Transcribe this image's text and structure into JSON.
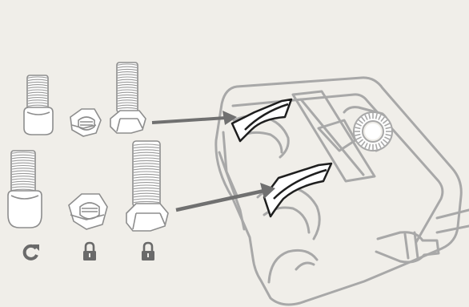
{
  "diagram": {
    "background": "#f0eee9",
    "colors": {
      "part_fill": "#ffffff",
      "part_stroke": "#8d8d8d",
      "thread_stroke": "#9a9a9a",
      "device_stroke": "#a8a8a8",
      "arrow_fill": "#707070",
      "icon_fill": "#6a6a6a"
    },
    "fasteners": [
      {
        "kind": "socket-head-screw",
        "row": "top"
      },
      {
        "kind": "hex-nut",
        "row": "top"
      },
      {
        "kind": "hex-bolt",
        "row": "top"
      },
      {
        "kind": "socket-head-screw",
        "row": "bottom"
      },
      {
        "kind": "hex-nut",
        "row": "bottom"
      },
      {
        "kind": "hex-bolt",
        "row": "bottom"
      }
    ],
    "status_icons": [
      "rotate-icon",
      "lock-icon",
      "lock-icon"
    ],
    "arrows": [
      {
        "from": "top-hex-bolt",
        "to": "upper-clamp-slot"
      },
      {
        "from": "bottom-hex-bolt",
        "to": "lower-clamp-slot"
      }
    ]
  }
}
